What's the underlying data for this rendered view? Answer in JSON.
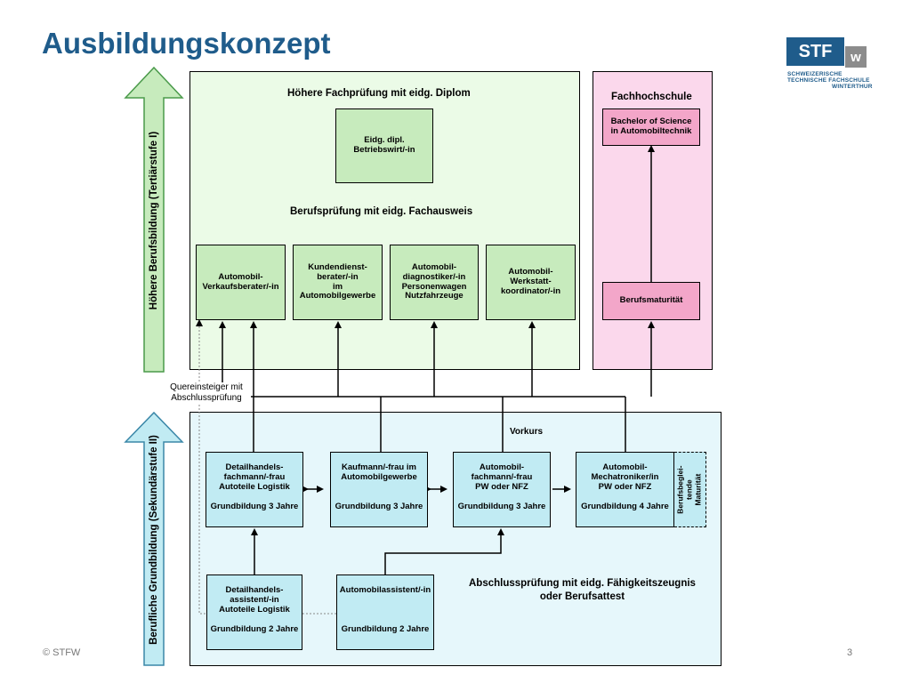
{
  "title": "Ausbildungskonzept",
  "logo": {
    "stf": "STF",
    "w": "w",
    "lines": [
      "SCHWEIZERISCHE",
      "TECHNISCHE FACHSCHULE",
      "WINTERTHUR"
    ]
  },
  "arrows": {
    "tertiary": "Höhere Berufsbildung (Tertiärstufe I)",
    "secondary": "Berufliche Grundbildung (Sekundärstufe II)"
  },
  "panels": {
    "hoehere_fachpruefung": "Höhere Fachprüfung mit eidg. Diplom",
    "berufspruefung": "Berufsprüfung mit eidg. Fachausweis",
    "fachhochschule": "Fachhochschule",
    "vorkurs": "Vorkurs",
    "abschlusspruefung": "Abschlussprüfung mit eidg. Fähigkeitszeugnis\noder Berufsattest"
  },
  "boxes": {
    "betriebswirt": "Eidg. dipl.\nBetriebswirt/-in",
    "verkaufsberater": "Automobil-\nVerkaufsberater/-in",
    "kundendienstberater": "Kundendienst-\nberater/-in\nim\nAutomobilgewerbe",
    "diagnostiker": "Automobil-\ndiagnostiker/-in\nPersonenwagen\nNutzfahrzeuge",
    "werkstattkoordinator": "Automobil-\nWerkstatt-\nkoordinator/-in",
    "bachelor": "Bachelor of Science\nin Automobiltechnik",
    "berufsmaturitaet": "Berufsmaturität",
    "detailhandelsfachmann": "Detailhandels-\nfachmann/-frau\nAutoteile Logistik\n\nGrundbildung 3 Jahre",
    "kaufmann": "Kaufmann/-frau im\nAutomobilgewerbe\n\n\nGrundbildung 3 Jahre",
    "automobilfachmann": "Automobil-\nfachmann/-frau\nPW oder NFZ\n\nGrundbildung 3 Jahre",
    "mechatroniker": "Automobil-\nMechatroniker/in\nPW oder NFZ\n\nGrundbildung 4 Jahre",
    "berufsbegleitende": "Berufsbeglei-\ntende Maturität",
    "detailhandelsassistent": "Detailhandels-\nassistent/-in\nAutoteile Logistik\n\nGrundbildung 2 Jahre",
    "automobilassistent": "Automobilassistent/-in\n\n\n\nGrundbildung 2 Jahre"
  },
  "quereinsteiger": "Quereinsteiger mit\nAbschlussprüfung",
  "footer": {
    "copyright": "© STFW",
    "page": "3"
  },
  "colors": {
    "title": "#1f5c8b",
    "green_panel": "#ebfbe7",
    "green_box": "#c7ebbd",
    "pink_panel": "#fbd8ec",
    "pink_box": "#f3a6c9",
    "cyan_panel": "#e6f7fb",
    "cyan_box": "#c1ebf3",
    "logo_blue": "#1f5c8b",
    "logo_grey": "#8c8c8c"
  }
}
